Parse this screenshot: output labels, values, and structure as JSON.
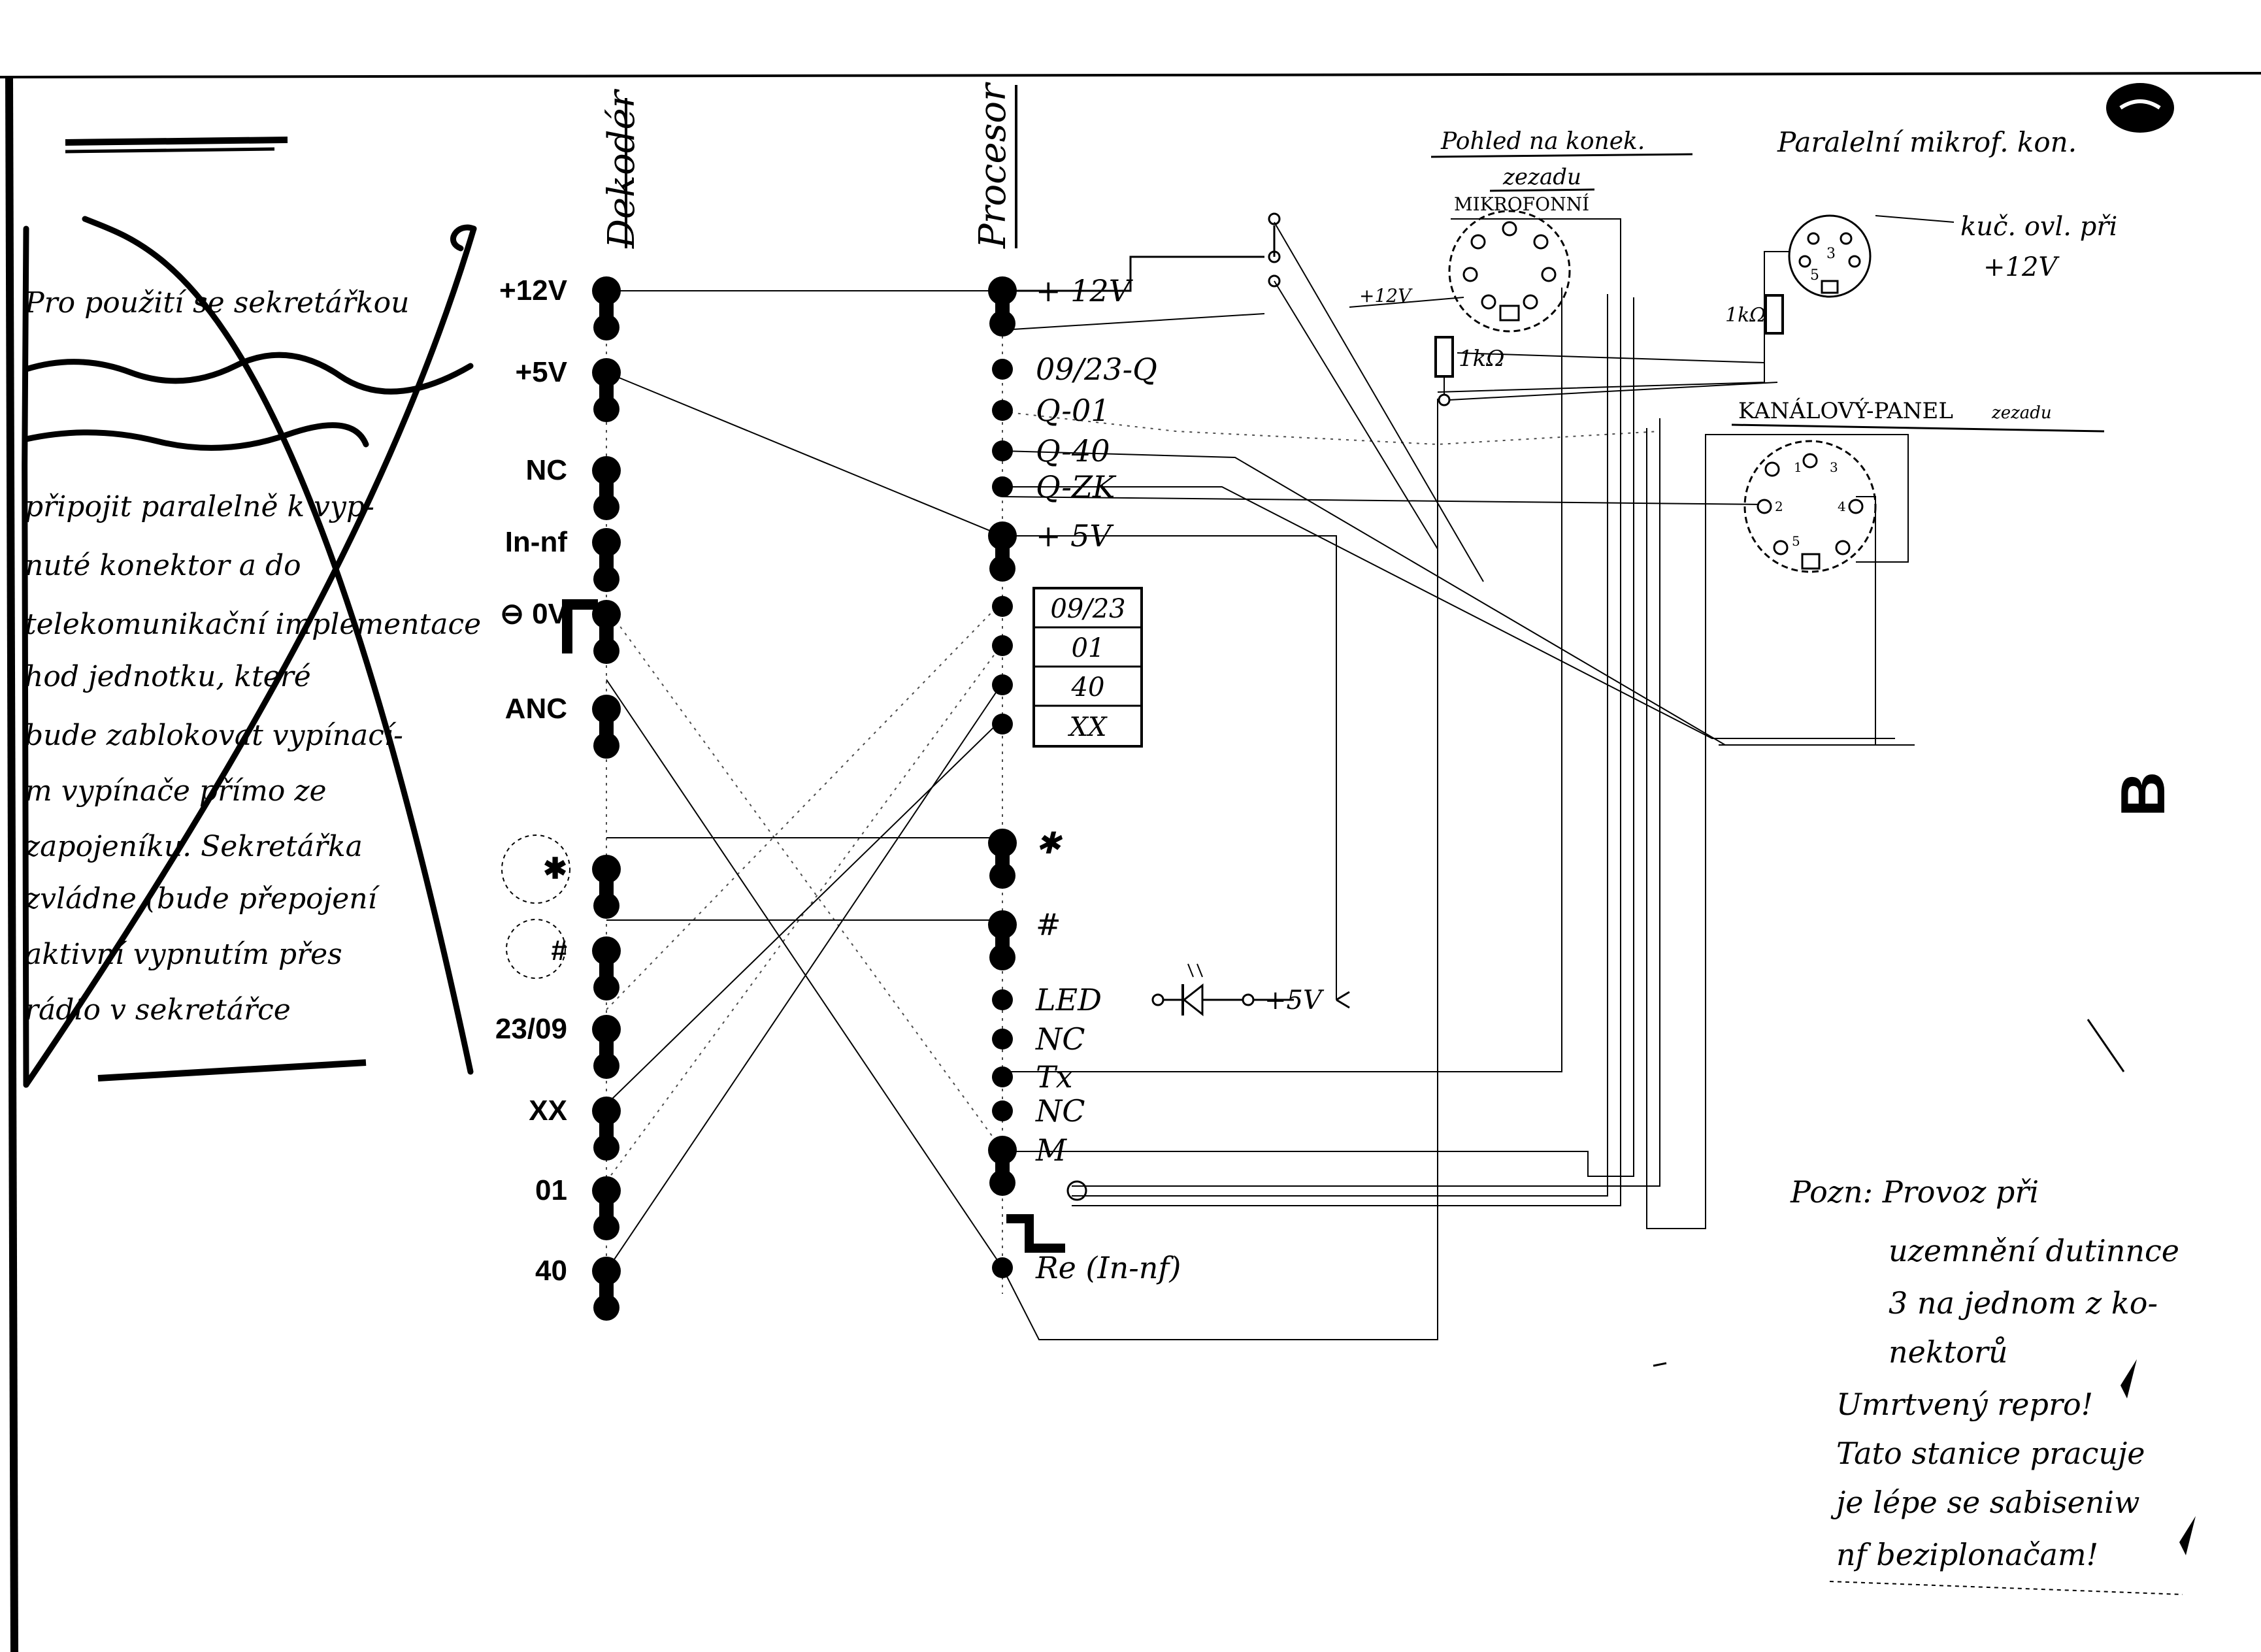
{
  "decoder": {
    "title": "Dekodér",
    "pins": [
      "+12V",
      "+5V",
      "NC",
      "In-nf",
      "⊖ 0V",
      "ANC",
      "✱",
      "#",
      "23/09",
      "XX",
      "01",
      "40"
    ]
  },
  "processor": {
    "title": "Procesor",
    "pins": [
      "+ 12V",
      "09/23-Q",
      "Q-01",
      "Q-40",
      "Q-ZK",
      "+ 5V",
      "✱",
      "#",
      "LED",
      "NC",
      "Tx",
      "NC",
      "M",
      "Re (In-nf)"
    ],
    "box_cells": [
      "09/23",
      "01",
      "40",
      "XX"
    ],
    "led_label": "+5V"
  },
  "connectors": {
    "view_title": "Pohled na konek.",
    "view_subtitle": "zezadu",
    "mic_label": "MIKROFONNÍ",
    "mic_resistor": "1kΩ",
    "supply_label": "+12V",
    "parallel_title": "Paralelní mikrof. kon.",
    "parallel_note_1": "kuč. ovl. při",
    "parallel_note_2": "+12V",
    "parallel_resistor": "1kΩ",
    "panel_title": "KANÁLOVÝ-PANEL",
    "panel_subtitle": "zezadu",
    "panel_pins": [
      "1",
      "2",
      "3",
      "4",
      "5"
    ],
    "parallel_pins": [
      "3",
      "5"
    ]
  },
  "left_note_lines": [
    "Pro použití se sekretářkou",
    "",
    "",
    "připojit paralelně k vyp-",
    "nuté konektor a do",
    "telekomunikační implementace",
    "hod jednotku, které",
    "bude zablokovat vypínací-",
    "m vypínače přímo ze",
    "zapojeníku. Sekretářka",
    "zvládne (bude přepojení",
    "aktivní vypnutím přes",
    "rádio v sekretářce"
  ],
  "right_note_lines": [
    "Pozn:  Provoz při",
    "uzemnění dutinnce",
    "3 na jednom z ko-",
    "nektorů",
    "Umrtvený repro!",
    "Tato stanice pracuje",
    "je lépe se sabiseniw",
    "nf beziplonačam!"
  ],
  "side_mark": "B"
}
